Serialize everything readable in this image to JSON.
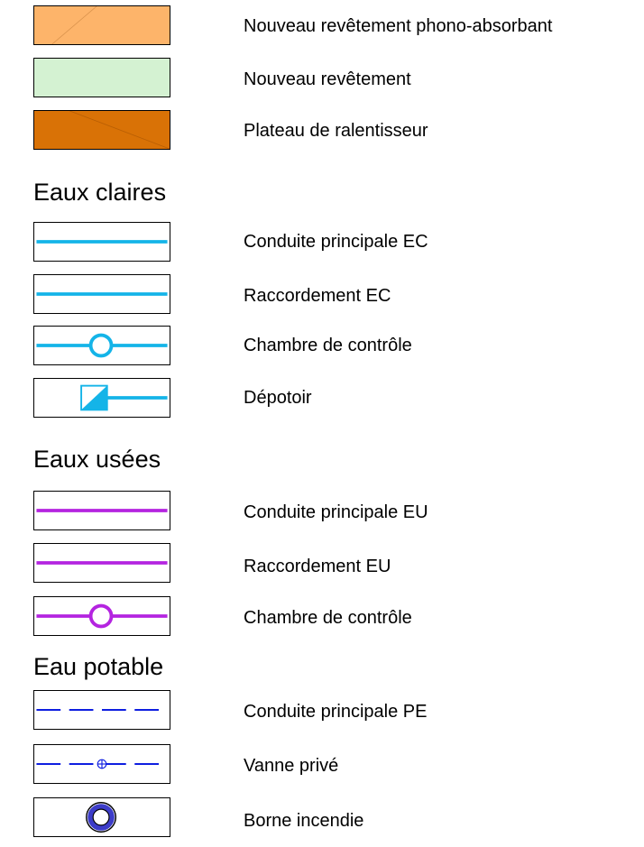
{
  "colors": {
    "phono_fill": "#FDB46A",
    "revetement_fill": "#D4F2D2",
    "plateau_fill": "#D97206",
    "eaux_claires": "#14B4E8",
    "eaux_usees": "#B424E0",
    "eau_potable": "#0E1EE0",
    "borne_ring": "#3C3CC8"
  },
  "surfaces": [
    {
      "label": "Nouveau revêtement phono-absorbant",
      "symbol": "orange-hatched-swatch"
    },
    {
      "label": "Nouveau revêtement",
      "symbol": "green-swatch"
    },
    {
      "label": "Plateau de ralentisseur",
      "symbol": "dark-orange-hatched-swatch"
    }
  ],
  "eaux_claires": {
    "title": "Eaux claires",
    "items": [
      {
        "label": "Conduite principale EC",
        "symbol": "cyan-line"
      },
      {
        "label": "Raccordement EC",
        "symbol": "cyan-line"
      },
      {
        "label": "Chambre de contrôle",
        "symbol": "cyan-line-with-circle"
      },
      {
        "label": "Dépotoir",
        "symbol": "cyan-depotoir-arrow"
      }
    ]
  },
  "eaux_usees": {
    "title": "Eaux usées",
    "items": [
      {
        "label": "Conduite principale EU",
        "symbol": "purple-line"
      },
      {
        "label": "Raccordement EU",
        "symbol": "purple-line"
      },
      {
        "label": "Chambre de contrôle",
        "symbol": "purple-line-with-circle"
      }
    ]
  },
  "eau_potable": {
    "title": "Eau potable",
    "items": [
      {
        "label": "Conduite principale PE",
        "symbol": "blue-dashed-line"
      },
      {
        "label": "Vanne privé",
        "symbol": "blue-dashed-line-with-valve"
      },
      {
        "label": "Borne incendie",
        "symbol": "fire-hydrant-rings"
      }
    ]
  }
}
